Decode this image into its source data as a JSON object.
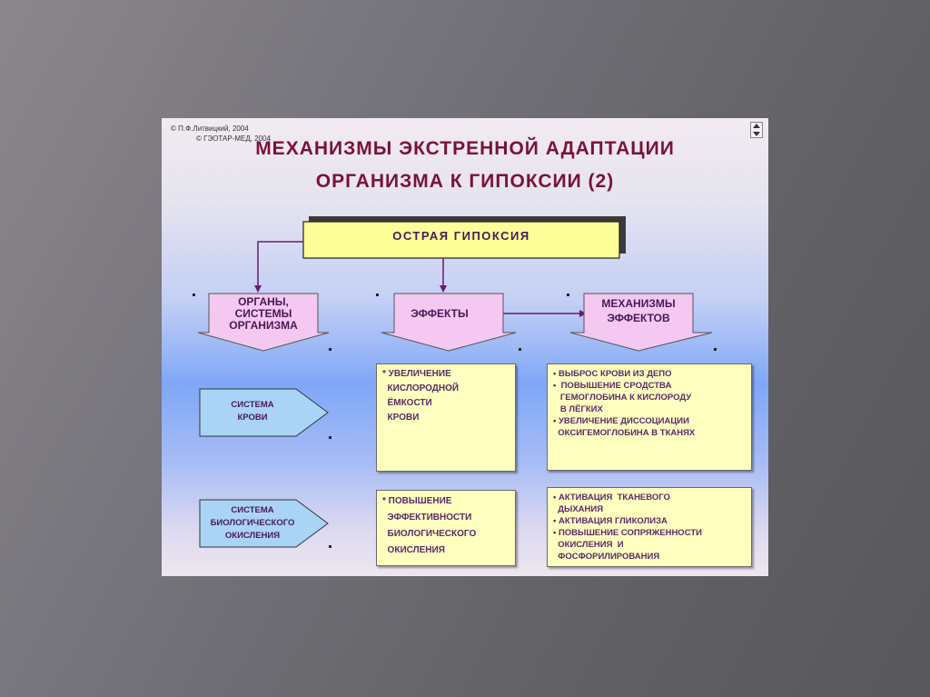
{
  "copyright": {
    "line1": "© П.Ф.Литвицкий, 2004",
    "line2": "© ГЭОТАР-МЕД, 2004"
  },
  "title": {
    "line1": "МЕХАНИЗМЫ ЭКСТРЕННОЙ АДАПТАЦИИ",
    "line2": "ОРГАНИЗМА К ГИПОКСИИ (2)"
  },
  "top_box": "ОСТРАЯ ГИПОКСИЯ",
  "headers": {
    "organs": [
      "ОРГАНЫ,",
      "СИСТЕМЫ",
      "ОРГАНИЗМА"
    ],
    "effects": "ЭФФЕКТЫ",
    "mechanisms": [
      "МЕХАНИЗМЫ",
      "ЭФФЕКТОВ"
    ]
  },
  "systems": {
    "blood": [
      "СИСТЕМА",
      "КРОВИ"
    ],
    "oxidation": [
      "СИСТЕМА",
      "БИОЛОГИЧЕСКОГО",
      "ОКИСЛЕНИЯ"
    ]
  },
  "effects_boxes": {
    "blood": [
      "* УВЕЛИЧЕНИЕ",
      "  КИСЛОРОДНОЙ",
      "  ЁМКОСТИ",
      "  КРОВИ"
    ],
    "oxidation": [
      "* ПОВЫШЕНИЕ",
      "  ЭФФЕКТИВНОСТИ",
      "  БИОЛОГИЧЕСКОГО",
      "  ОКИСЛЕНИЯ"
    ]
  },
  "mechanism_boxes": {
    "blood": [
      "• ВЫБРОС КРОВИ ИЗ ДЕПО",
      "•  ПОВЫШЕНИЕ СРОДСТВА",
      "   ГЕМОГЛОБИНА К КИСЛОРОДУ",
      "   В ЛЁГКИХ",
      "• УВЕЛИЧЕНИЕ ДИССОЦИАЦИИ",
      "  ОКСИГЕМОГЛОБИНА В ТКАНЯХ"
    ],
    "oxidation": [
      "• АКТИВАЦИЯ  ТКАНЕВОГО",
      "  ДЫХАНИЯ",
      "• АКТИВАЦИЯ ГЛИКОЛИЗА",
      "• ПОВЫШЕНИЕ СОПРЯЖЕННОСТИ",
      "  ОКИСЛЕНИЯ  И",
      "  ФОСФОРИЛИРОВАНИЯ"
    ]
  },
  "colors": {
    "title": "#7a1236",
    "arrow_fill": "#f4c8f0",
    "system_fill": "#a9d4f5",
    "box_fill": "#ffffc0",
    "top_box_fill": "#ffff99",
    "connector": "#6b1a70"
  },
  "icons": {
    "corner": "up-down-arrow-icon"
  }
}
